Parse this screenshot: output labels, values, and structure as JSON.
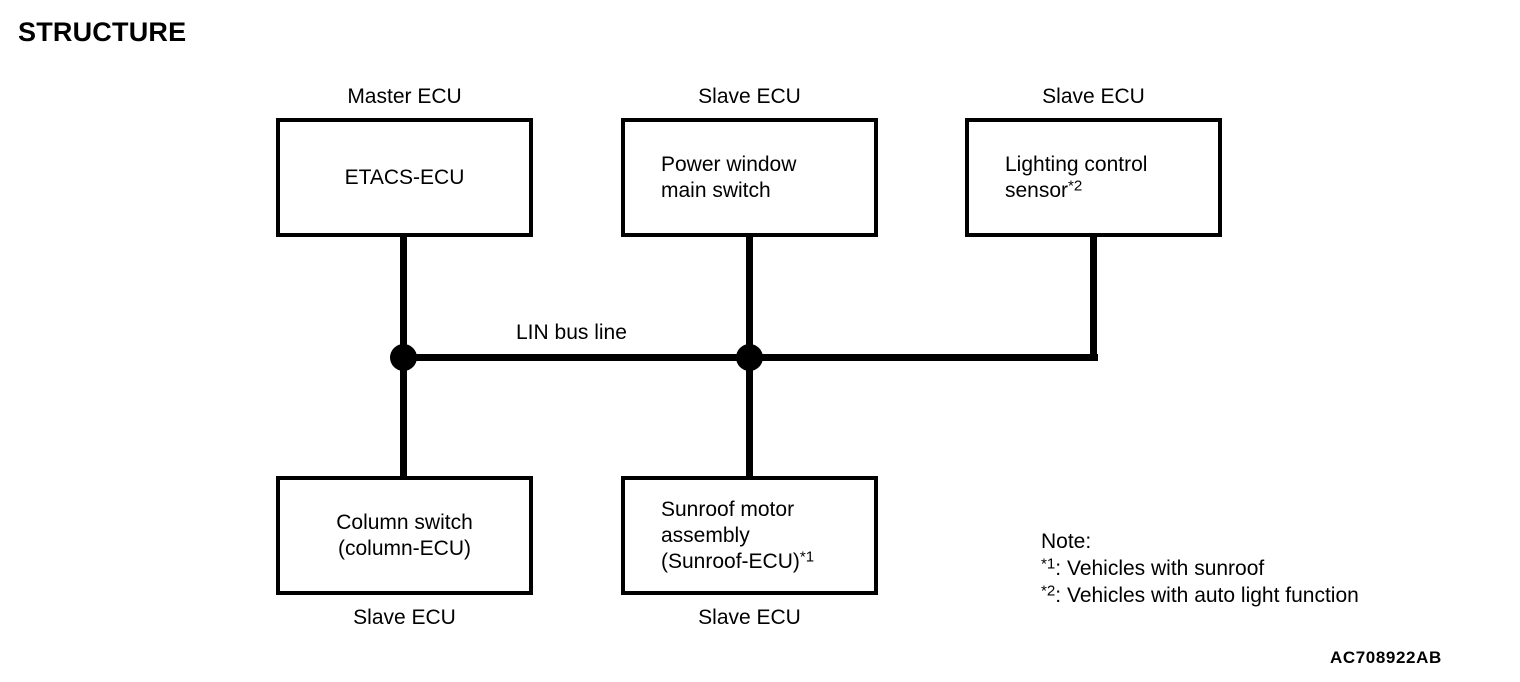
{
  "title": "STRUCTURE",
  "figure_id": "AC708922AB",
  "bus": {
    "label": "LIN bus line"
  },
  "nodes": [
    {
      "id": "etacs-ecu",
      "role": "Master ECU",
      "role_position": "above",
      "text": "ETACS-ECU",
      "align": "center"
    },
    {
      "id": "power-window-main-switch",
      "role": "Slave ECU",
      "role_position": "above",
      "text": "Power window\nmain switch",
      "align": "left"
    },
    {
      "id": "lighting-control-sensor",
      "role": "Slave ECU",
      "role_position": "above",
      "text_line1": "Lighting control",
      "text_line2": "sensor",
      "footnote_marker": "*2",
      "align": "left"
    },
    {
      "id": "column-switch",
      "role": "Slave ECU",
      "role_position": "below",
      "text": "Column switch\n(column-ECU)",
      "align": "center"
    },
    {
      "id": "sunroof-motor-assembly",
      "role": "Slave ECU",
      "role_position": "below",
      "text_line1": "Sunroof motor",
      "text_line2": "assembly",
      "text_line3": "(Sunroof-ECU)",
      "footnote_marker": "*1",
      "align": "left"
    }
  ],
  "note": {
    "heading": "Note:",
    "items": [
      {
        "marker": "*1",
        "text": ": Vehicles with sunroof"
      },
      {
        "marker": "*2",
        "text": ": Vehicles with auto light function"
      }
    ]
  }
}
